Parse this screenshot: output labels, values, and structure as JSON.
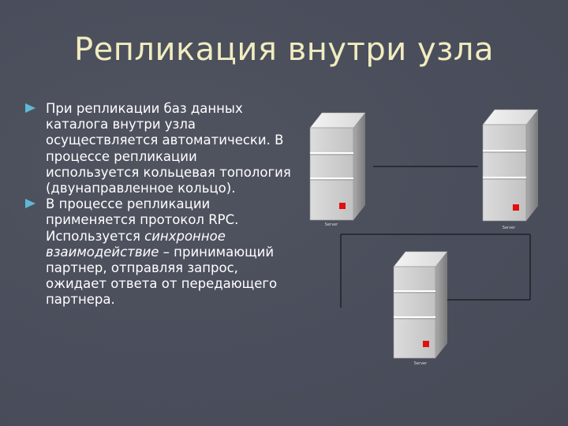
{
  "slide": {
    "title": "Репликация внутри узла",
    "bullets": [
      {
        "text": "При репликации баз данных каталога внутри узла осуществляется автоматически. В процессе репликации используется кольцевая топология (двунаправленное кольцо)."
      },
      {
        "text_before": "В процессе репликации применяется протокол RPC. Используется ",
        "text_italic": "синхронное взаимодействие –",
        "text_after": " принимающий партнер, отправляя запрос, ожидает ответа от передающего партнера."
      }
    ]
  },
  "diagram": {
    "servers": [
      {
        "id": "server-1",
        "label": "Server"
      },
      {
        "id": "server-2",
        "label": "Server"
      },
      {
        "id": "server-3",
        "label": "Server"
      }
    ],
    "colors": {
      "accent": "#e01010",
      "marker": "#5fb8d6",
      "title": "#f1ecc0"
    }
  }
}
